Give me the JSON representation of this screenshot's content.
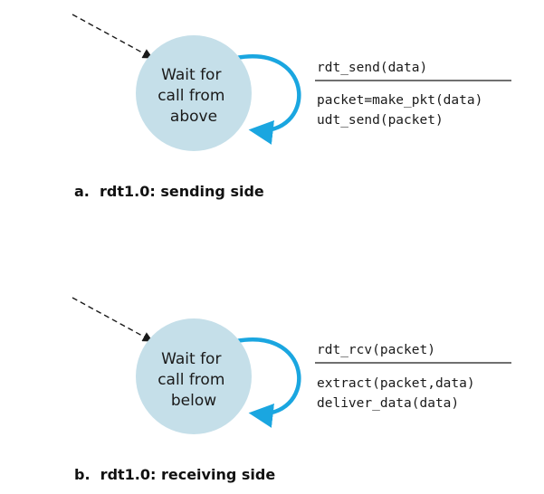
{
  "colors": {
    "state_fill": "#c5dfe9",
    "self_loop": "#1aa6e0",
    "arrow": "#1a1a1a"
  },
  "sender": {
    "state_lines": [
      "Wait for",
      "call from",
      "above"
    ],
    "event": "rdt_send(data)",
    "actions": [
      "packet=make_pkt(data)",
      "udt_send(packet)"
    ],
    "caption": "a.  rdt1.0: sending side"
  },
  "receiver": {
    "state_lines": [
      "Wait for",
      "call from",
      "below"
    ],
    "event": "rdt_rcv(packet)",
    "actions": [
      "extract(packet,data)",
      "deliver_data(data)"
    ],
    "caption": "b.  rdt1.0: receiving side"
  }
}
